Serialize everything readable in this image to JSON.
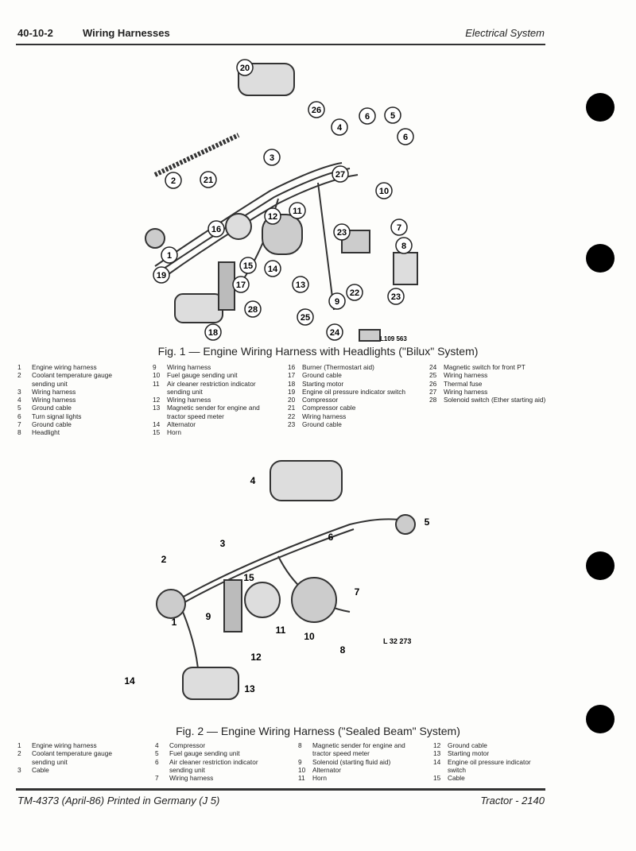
{
  "header": {
    "page_number": "40-10-2",
    "section": "Wiring Harnesses",
    "chapter": "Electrical System"
  },
  "fig1": {
    "caption": "Fig. 1 — Engine Wiring Harness with Headlights (\"Bilux\" System)",
    "ref": "L109 563",
    "callouts": [
      "20",
      "26",
      "6",
      "5",
      "4",
      "6",
      "3",
      "27",
      "2",
      "21",
      "10",
      "11",
      "12",
      "16",
      "7",
      "23",
      "8",
      "1",
      "15",
      "14",
      "19",
      "17",
      "13",
      "22",
      "23",
      "28",
      "9",
      "25",
      "18",
      "24"
    ],
    "legend": [
      [
        [
          "1",
          "Engine wiring harness"
        ],
        [
          "2",
          "Coolant temperature gauge sending unit"
        ],
        [
          "3",
          "Wiring harness"
        ],
        [
          "4",
          "Wiring harness"
        ],
        [
          "5",
          "Ground cable"
        ],
        [
          "6",
          "Turn signal lights"
        ],
        [
          "7",
          "Ground cable"
        ],
        [
          "8",
          "Headlight"
        ]
      ],
      [
        [
          "9",
          "Wiring harness"
        ],
        [
          "10",
          "Fuel gauge sending unit"
        ],
        [
          "11",
          "Air cleaner restriction indicator sending unit"
        ],
        [
          "12",
          "Wiring harness"
        ],
        [
          "13",
          "Magnetic sender for engine and tractor speed meter"
        ],
        [
          "14",
          "Alternator"
        ],
        [
          "15",
          "Horn"
        ]
      ],
      [
        [
          "16",
          "Burner (Thermostart aid)"
        ],
        [
          "17",
          "Ground cable"
        ],
        [
          "18",
          "Starting motor"
        ],
        [
          "19",
          "Engine oil pressure indicator switch"
        ],
        [
          "20",
          "Compressor"
        ],
        [
          "21",
          "Compressor cable"
        ],
        [
          "22",
          "Wiring harness"
        ],
        [
          "23",
          "Ground cable"
        ]
      ],
      [
        [
          "24",
          "Magnetic switch for front PT"
        ],
        [
          "25",
          "Wiring harness"
        ],
        [
          "26",
          "Thermal fuse"
        ],
        [
          "27",
          "Wiring harness"
        ],
        [
          "28",
          "Solenoid switch (Ether starting aid)"
        ]
      ]
    ]
  },
  "fig2": {
    "caption": "Fig. 2 — Engine Wiring Harness (\"Sealed Beam\" System)",
    "ref": "L 32 273",
    "callouts": [
      "4",
      "5",
      "6",
      "3",
      "2",
      "15",
      "7",
      "1",
      "9",
      "11",
      "10",
      "8",
      "12",
      "13",
      "14"
    ],
    "legend": [
      [
        [
          "1",
          "Engine wiring harness"
        ],
        [
          "2",
          "Coolant temperature gauge sending unit"
        ],
        [
          "3",
          "Cable"
        ]
      ],
      [
        [
          "4",
          "Compressor"
        ],
        [
          "5",
          "Fuel gauge sending unit"
        ],
        [
          "6",
          "Air cleaner restriction indicator sending unit"
        ],
        [
          "7",
          "Wiring harness"
        ]
      ],
      [
        [
          "8",
          "Magnetic sender for engine and tractor speed meter"
        ],
        [
          "9",
          "Solenoid (starting fluid aid)"
        ],
        [
          "10",
          "Alternator"
        ],
        [
          "11",
          "Horn"
        ]
      ],
      [
        [
          "12",
          "Ground cable"
        ],
        [
          "13",
          "Starting motor"
        ],
        [
          "14",
          "Engine oil pressure indicator switch"
        ],
        [
          "15",
          "Cable"
        ]
      ]
    ]
  },
  "footer": {
    "left": "TM-4373 (April-86) Printed in Germany (J 5)",
    "right": "Tractor - 2140"
  }
}
